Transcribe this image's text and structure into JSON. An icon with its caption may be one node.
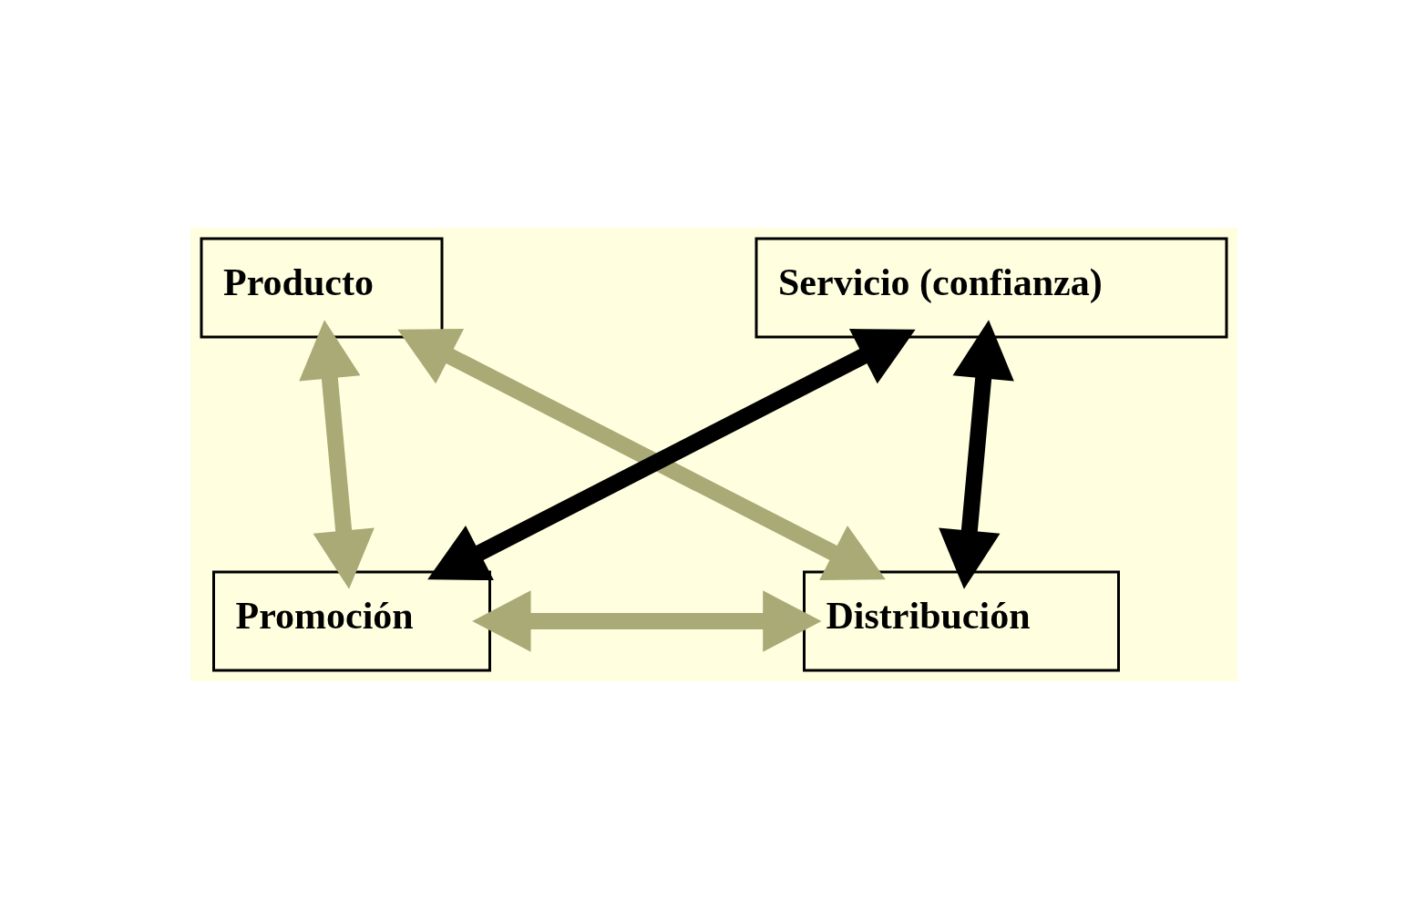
{
  "diagram": {
    "nodes": [
      {
        "text": [
          "Producto"
        ]
      },
      {
        "text": [
          "Promoción"
        ]
      },
      {
        "text": [
          "Distribución"
        ]
      },
      {
        "text": [
          "Servicio (confianza)"
        ]
      }
    ],
    "edges": [
      {
        "from": 1,
        "to": 0,
        "arrow": "both"
      },
      {
        "from": 0,
        "to": 2,
        "arrow": "both"
      },
      {
        "from": 1,
        "to": 2,
        "arrow": "both"
      },
      {
        "from": 3,
        "to": 1,
        "arrow": "both",
        "color": "#000000"
      },
      {
        "from": 3,
        "to": 2,
        "arrow": "both",
        "color": "#000000"
      }
    ]
  }
}
